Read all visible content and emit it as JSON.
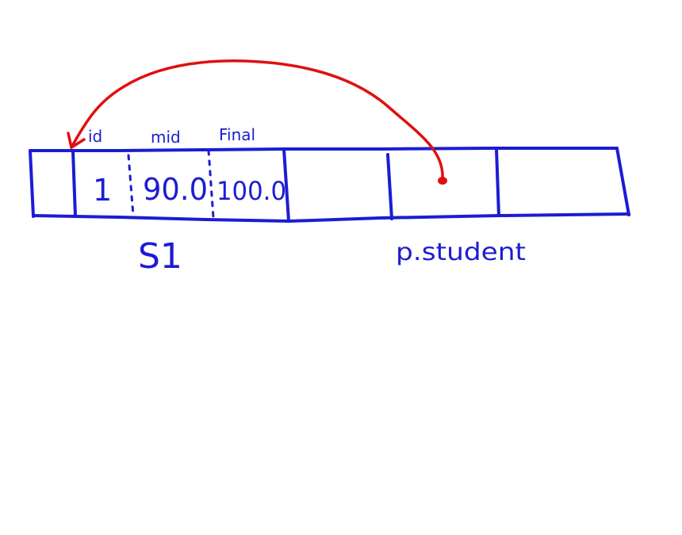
{
  "colors": {
    "ink": "#1c1cd4",
    "pointer": "#e01010",
    "background": "#ffffff"
  },
  "struct_fields": {
    "id": {
      "label": "id",
      "value": "1"
    },
    "mid": {
      "label": "mid",
      "value": "90.0"
    },
    "final": {
      "label": "Final",
      "value": "100.0"
    }
  },
  "variables": {
    "struct_var": "S1",
    "pointer_var": "p.student"
  }
}
